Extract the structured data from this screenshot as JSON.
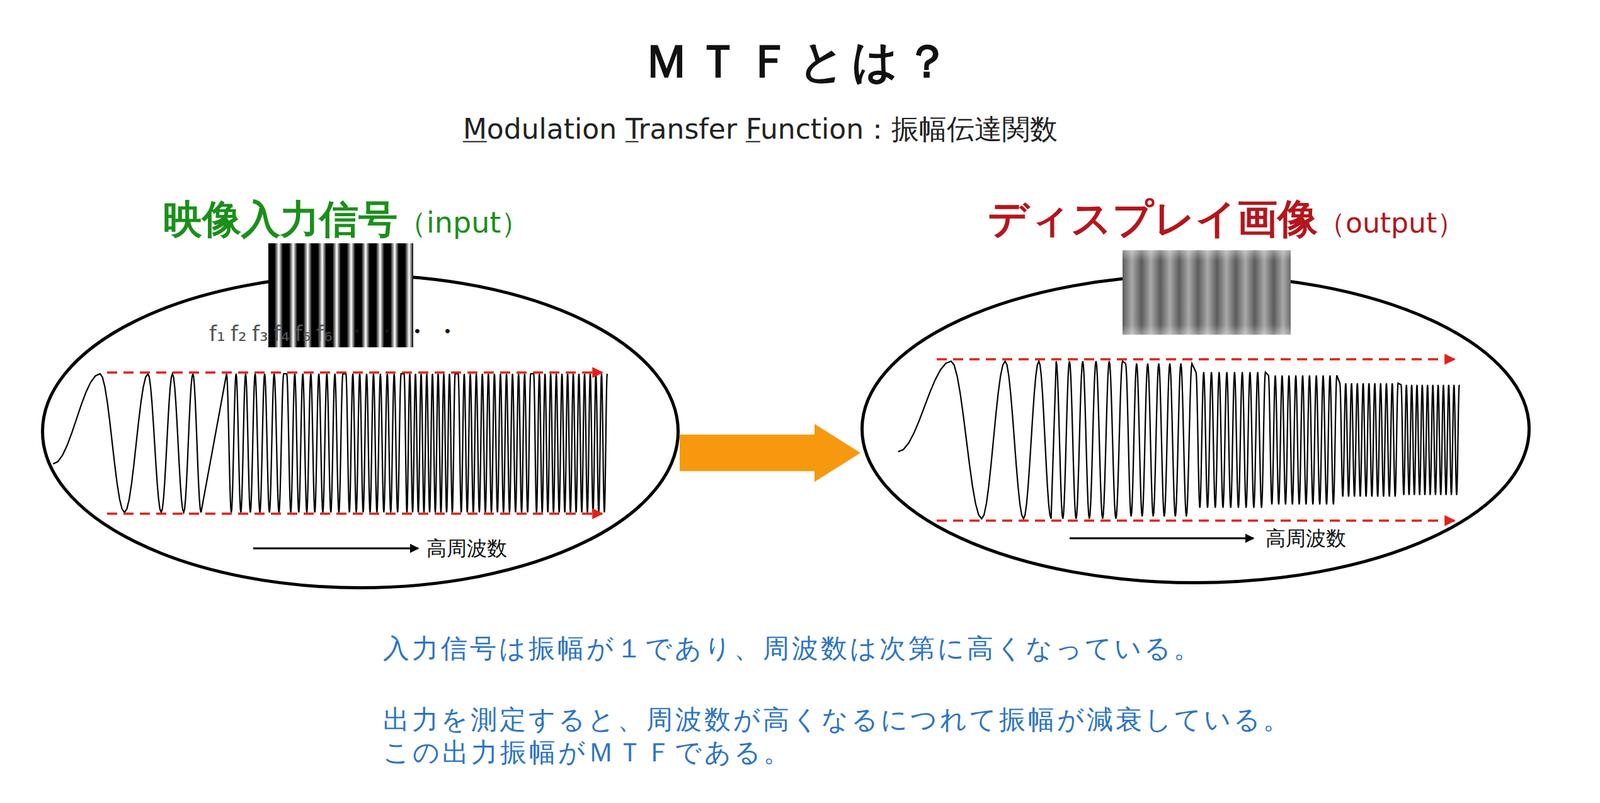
{
  "diagram": {
    "title": "ＭＴＦとは？",
    "nodes": [
      {
        "text": [
          "映像入力信号",
          "（input）",
          "高周波数"
        ]
      },
      {
        "text": [
          "ディスプレイ画像",
          "（output）",
          "高周波数"
        ]
      }
    ],
    "edges": [
      {
        "from": 0,
        "to": 1,
        "arrow": "to"
      }
    ],
    "labels": [
      "Modulation Transfer Function：振幅伝達関数",
      "f₁",
      "f₂",
      "f₃",
      "f₄",
      "f₅",
      "f₆",
      "・・・・",
      "入力信号は振幅が１であり、周波数は次第に高くなっている。",
      "出力を測定すると、周波数が高くなるにつれて振幅が減衰している。",
      "この出力振幅がＭＴＦである。"
    ]
  }
}
